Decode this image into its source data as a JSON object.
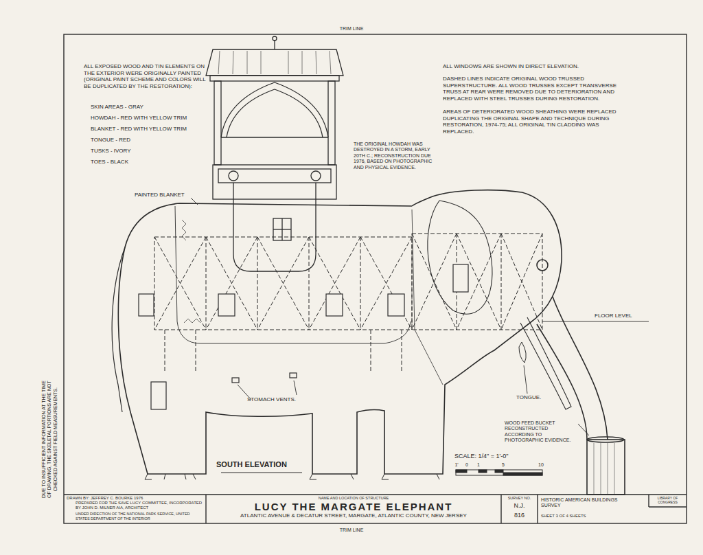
{
  "diagram": {
    "title": "LUCY THE MARGATE ELEPHANT",
    "labels": [
      "TRIM LINE",
      "ALL EXPOSED WOOD AND TIN ELEMENTS ON THE EXTERIOR WERE ORIGINALLY PAINTED (ORIGINAL PAINT SCHEME AND COLORS WILL BE DUPLICATED BY THE RESTORATION):",
      "SKIN AREAS - GRAY",
      "HOWDAH - RED WITH YELLOW TRIM",
      "BLANKET - RED WITH YELLOW TRIM",
      "TONGUE - RED",
      "TUSKS - IVORY",
      "TOES - BLACK",
      "ALL WINDOWS ARE SHOWN IN DIRECT ELEVATION.",
      "DASHED LINES INDICATE ORIGINAL WOOD TRUSSED SUPERSTRUCTURE. ALL WOOD TRUSSES EXCEPT TRANSVERSE TRUSS AT REAR WERE REMOVED DUE TO DETERIORATION AND REPLACED WITH STEEL TRUSSES DURING RESTORATION.",
      "AREAS OF DETERIORATED WOOD SHEATHING WERE REPLACED DUPLICATING THE ORIGINAL SHAPE AND TECHNIQUE DURING RESTORATION, 1974-75; ALL ORIGINAL TIN CLADDING WAS REPLACED.",
      "THE ORIGINAL HOWDAH WAS DESTROYED IN A STORM, EARLY 20TH C.; RECONSTRUCTION DUE 1976, BASED ON PHOTOGRAPHIC AND PHYSICAL EVIDENCE.",
      "PAINTED BLANKET",
      "FLOOR LEVEL",
      "TONGUE.",
      "STOMACH VENTS.",
      "WOOD FEED BUCKET RECONSTRUCTED ACCORDING TO PHOTOGRAPHIC EVIDENCE.",
      "SOUTH ELEVATION",
      "SCALE: 1/4\" = 1'-0\"",
      "1'",
      "0",
      "1",
      "5",
      "10",
      "DUE TO INSUFFICIENT INFORMATION AT THE TIME OF DRAWING, THE SKELETAL PORTIONS ARE NOT CHECKED AGAINST FIELD MEASUREMENTS.",
      "DRAWN BY: JEFFREY C. BOURKE 1976",
      "PREPARED FOR THE SAVE LUCY COMMITTEE, INCORPORATED BY JOHN D. MILNER AIA, ARCHITECT",
      "UNDER DIRECTION OF THE NATIONAL PARK SERVICE, UNITED STATES DEPARTMENT OF THE INTERIOR",
      "NAME AND LOCATION OF STRUCTURE",
      "ATLANTIC AVENUE & DECATUR STREET, MARGATE, ATLANTIC COUNTY, NEW JERSEY",
      "SURVEY NO.",
      "N.J.",
      "816",
      "HISTORIC AMERICAN BUILDINGS SURVEY",
      "SHEET 3 OF 4 SHEETS",
      "LIBRARY OF CONGRESS",
      "TRIM LINE"
    ]
  }
}
